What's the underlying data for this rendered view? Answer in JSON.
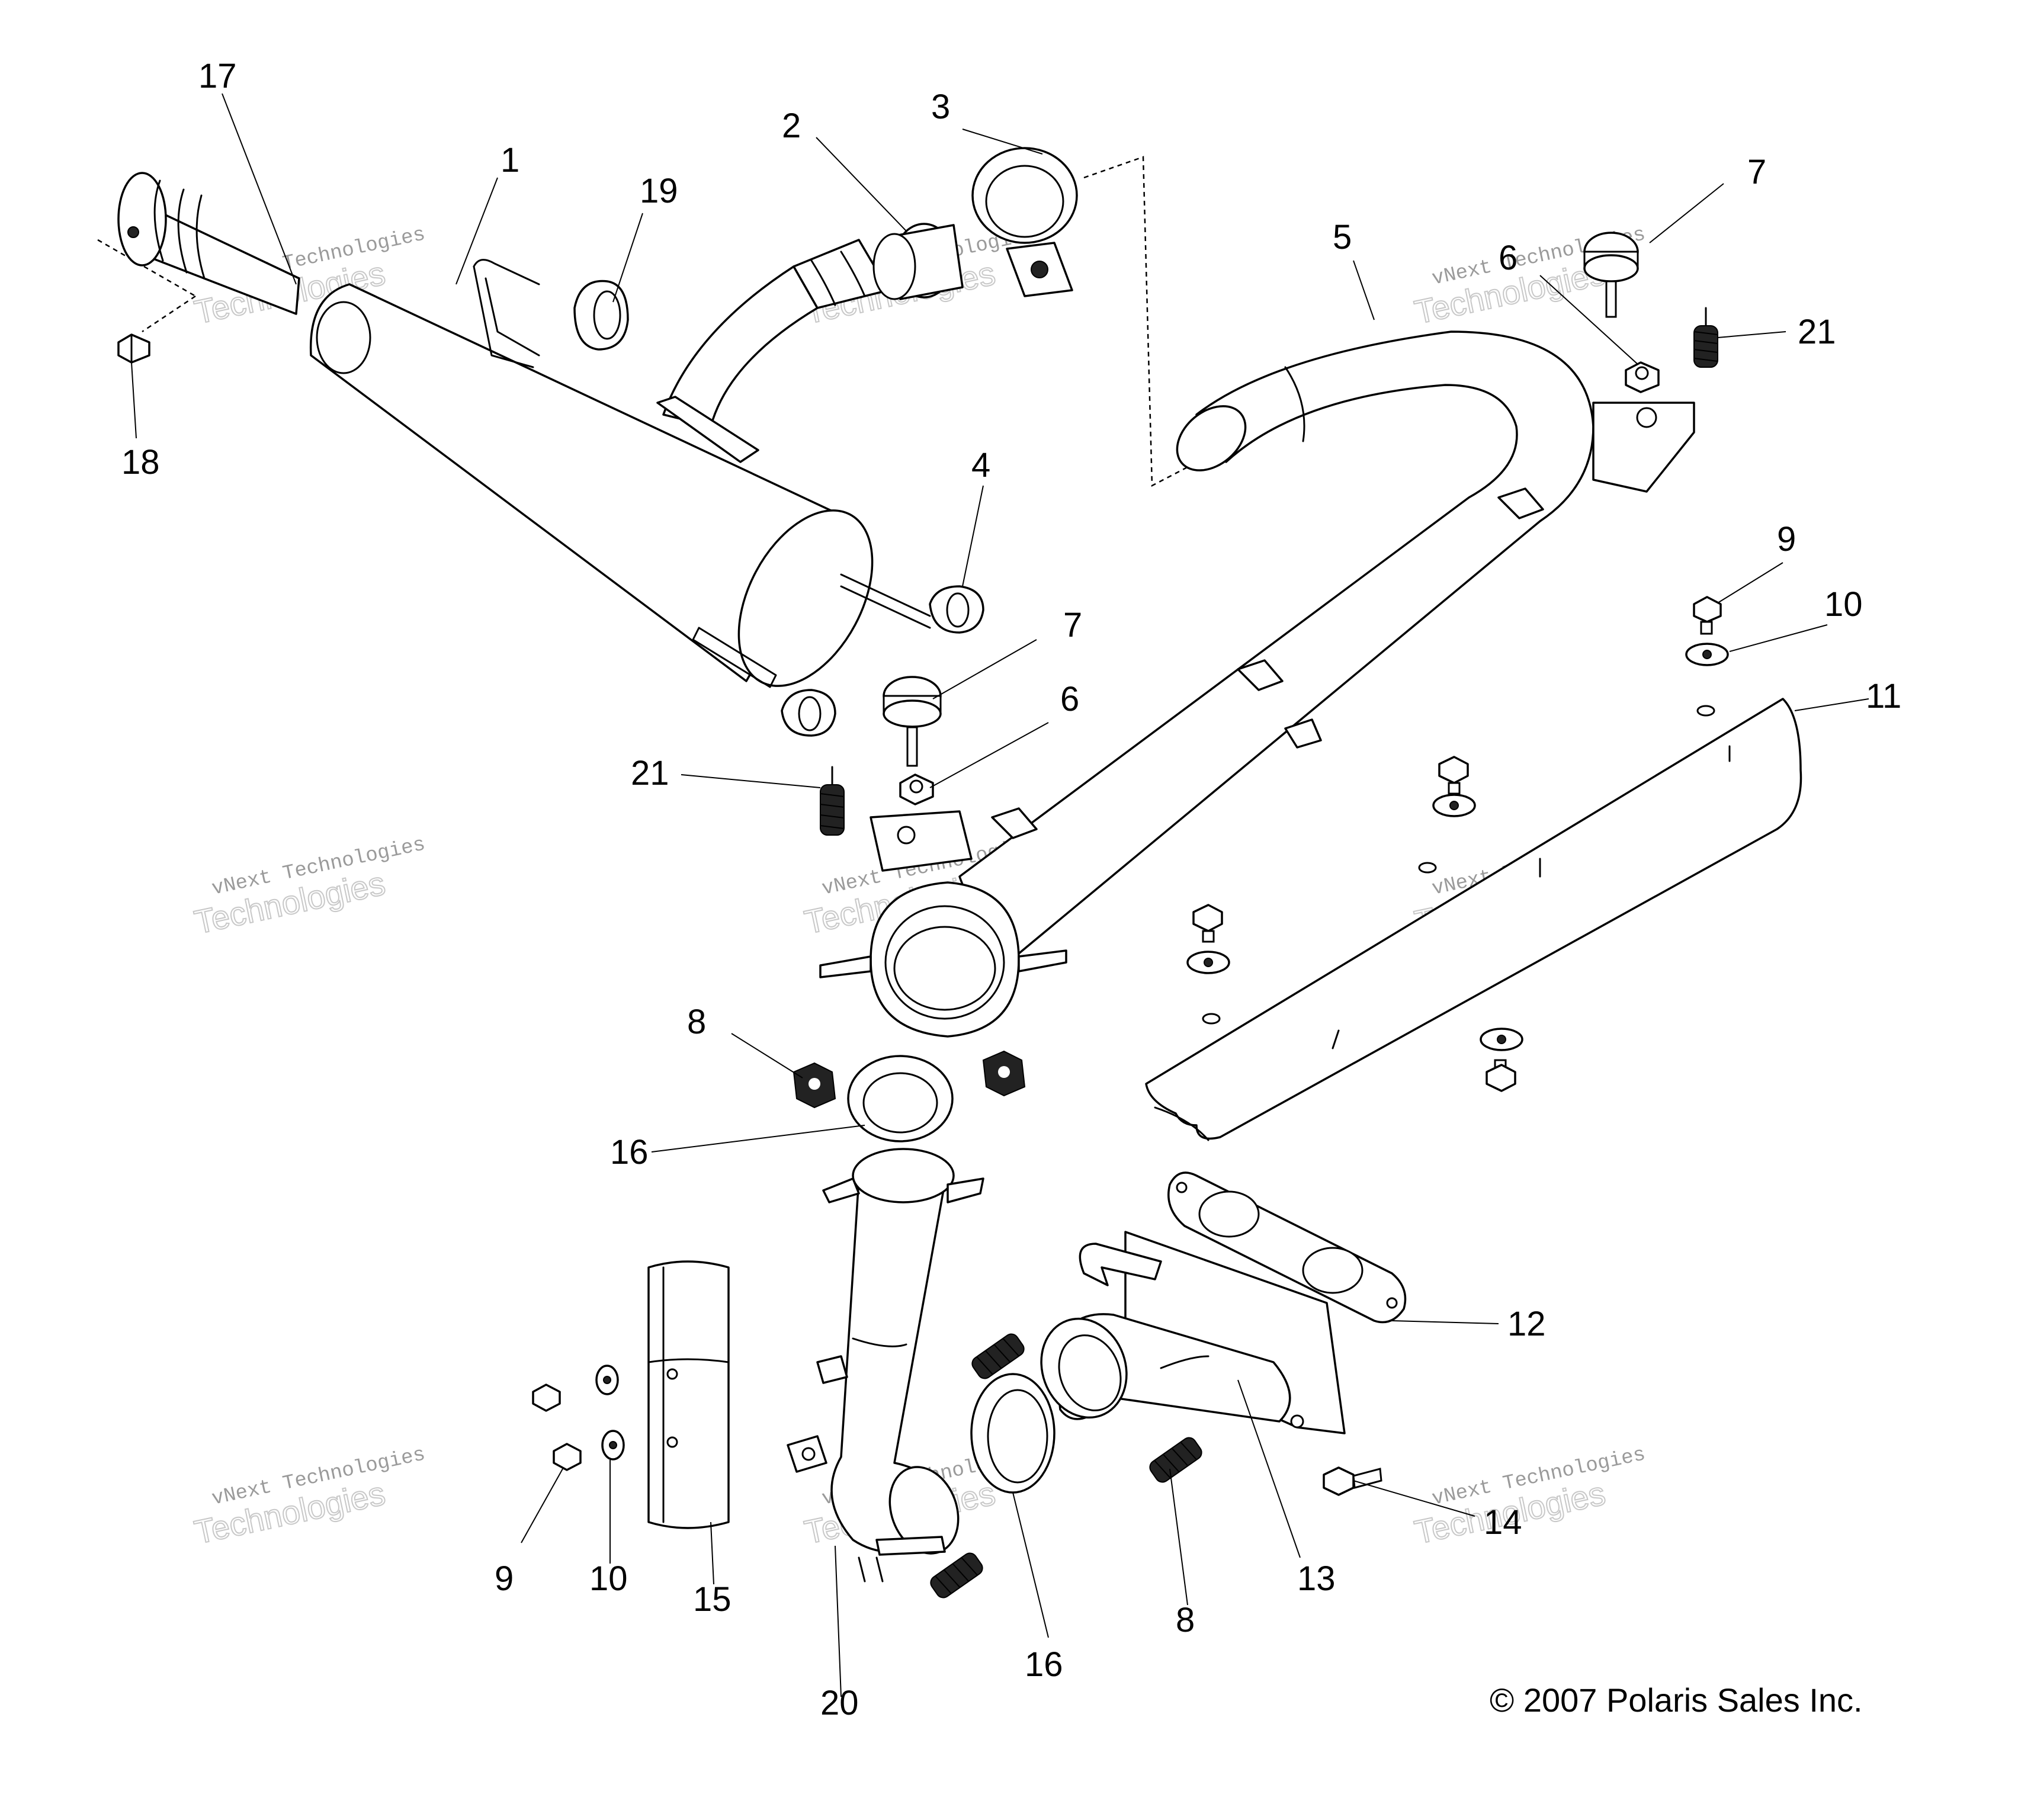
{
  "diagram": {
    "callouts": {
      "c1": "1",
      "c2": "2",
      "c3": "3",
      "c4": "4",
      "c5": "5",
      "c6a": "6",
      "c6b": "6",
      "c7a": "7",
      "c7b": "7",
      "c8a": "8",
      "c8b": "8",
      "c9a": "9",
      "c9b": "9",
      "c10a": "10",
      "c10b": "10",
      "c11": "11",
      "c12": "12",
      "c13": "13",
      "c14": "14",
      "c15": "15",
      "c16a": "16",
      "c16b": "16",
      "c17": "17",
      "c18": "18",
      "c19": "19",
      "c20": "20",
      "c21a": "21",
      "c21b": "21"
    },
    "watermark": {
      "line1": "vNext Technologies",
      "line2": "Technologies"
    },
    "copyright": "© 2007 Polaris Sales Inc."
  }
}
